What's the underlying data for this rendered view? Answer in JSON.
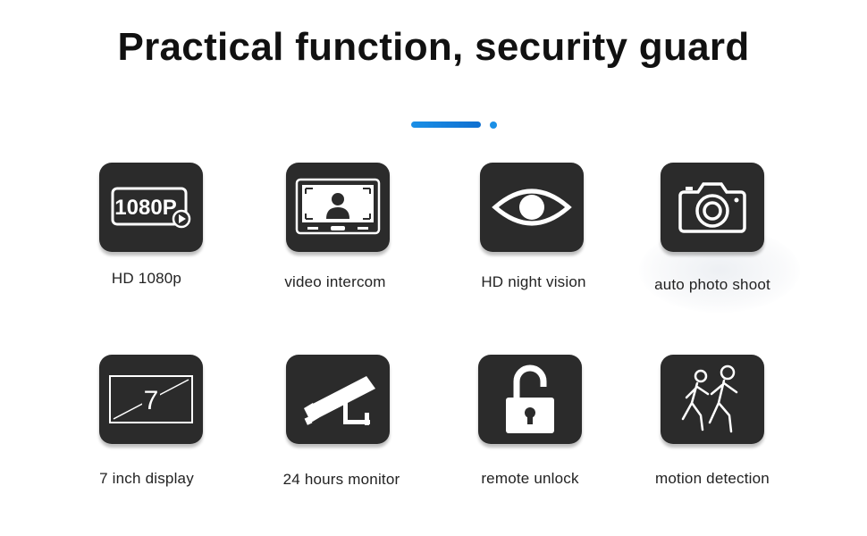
{
  "title": "Practical function, security guard",
  "colors": {
    "accent": "#1a8fe6",
    "tile": "#2b2b2b",
    "icon": "#ffffff"
  },
  "features": [
    {
      "label": "HD 1080p",
      "icon": "hd-1080p-icon",
      "badge_text": "1080P"
    },
    {
      "label": "video intercom",
      "icon": "video-intercom-icon"
    },
    {
      "label": "HD night vision",
      "icon": "eye-icon"
    },
    {
      "label": "auto photo shoot",
      "icon": "camera-icon"
    },
    {
      "label": "7 inch display",
      "icon": "display-icon",
      "badge_text": "7"
    },
    {
      "label": "24 hours monitor",
      "icon": "cctv-camera-icon"
    },
    {
      "label": "remote unlock",
      "icon": "unlocked-padlock-icon"
    },
    {
      "label": "motion detection",
      "icon": "walking-people-icon"
    }
  ]
}
